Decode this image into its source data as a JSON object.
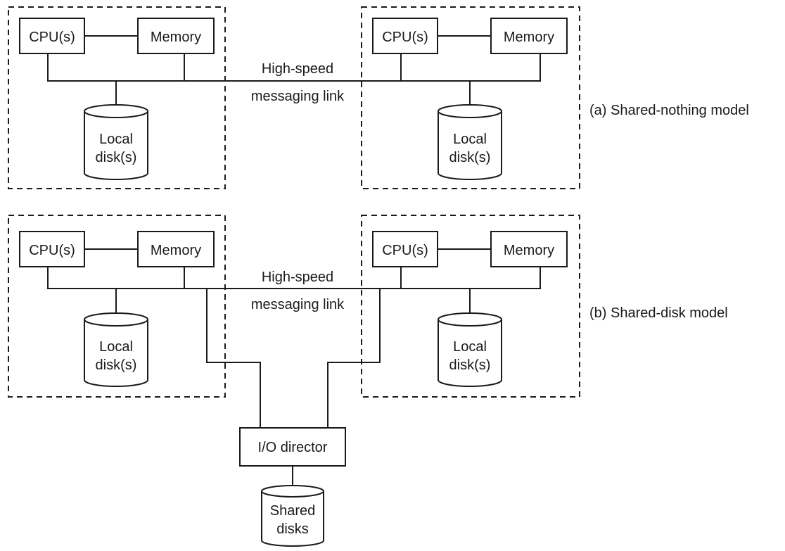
{
  "model_a": {
    "caption": "(a) Shared-nothing model",
    "link_label_line1": "High-speed",
    "link_label_line2": "messaging link",
    "left_node": {
      "cpu": "CPU(s)",
      "memory": "Memory",
      "disk_line1": "Local",
      "disk_line2": "disk(s)"
    },
    "right_node": {
      "cpu": "CPU(s)",
      "memory": "Memory",
      "disk_line1": "Local",
      "disk_line2": "disk(s)"
    }
  },
  "model_b": {
    "caption": "(b) Shared-disk model",
    "link_label_line1": "High-speed",
    "link_label_line2": "messaging link",
    "left_node": {
      "cpu": "CPU(s)",
      "memory": "Memory",
      "disk_line1": "Local",
      "disk_line2": "disk(s)"
    },
    "right_node": {
      "cpu": "CPU(s)",
      "memory": "Memory",
      "disk_line1": "Local",
      "disk_line2": "disk(s)"
    },
    "io_director": "I/O director",
    "shared_disk_line1": "Shared",
    "shared_disk_line2": "disks"
  }
}
